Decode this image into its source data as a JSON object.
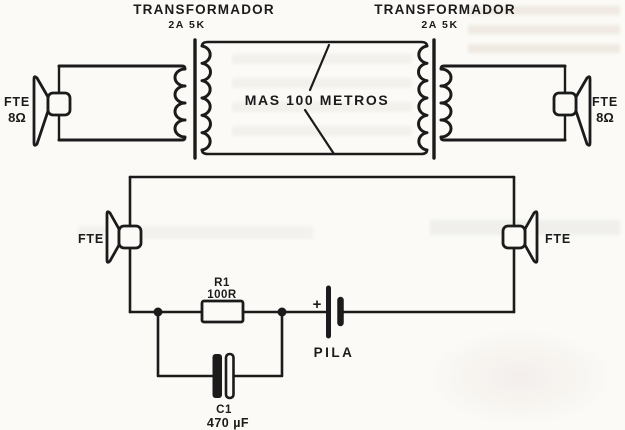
{
  "colors": {
    "ink": "#1b1b1b",
    "paper": "#fbfaf6"
  },
  "transformers": {
    "left": {
      "title": "TRANSFORMADOR",
      "rating": "2A 5K"
    },
    "right": {
      "title": "TRANSFORMADOR",
      "rating": "2A 5K"
    }
  },
  "cable": {
    "label": "MAS 100 METROS"
  },
  "speakers": {
    "top_left": {
      "label": "FTE",
      "impedance": "8Ω"
    },
    "top_right": {
      "label": "FTE",
      "impedance": "8Ω"
    },
    "bottom_left": {
      "label": "FTE"
    },
    "bottom_right": {
      "label": "FTE"
    }
  },
  "components": {
    "resistor": {
      "ref": "R1",
      "value": "100R"
    },
    "battery": {
      "label": "PILA",
      "polarity": "+"
    },
    "capacitor": {
      "ref": "C1",
      "value": "470 µF"
    }
  }
}
